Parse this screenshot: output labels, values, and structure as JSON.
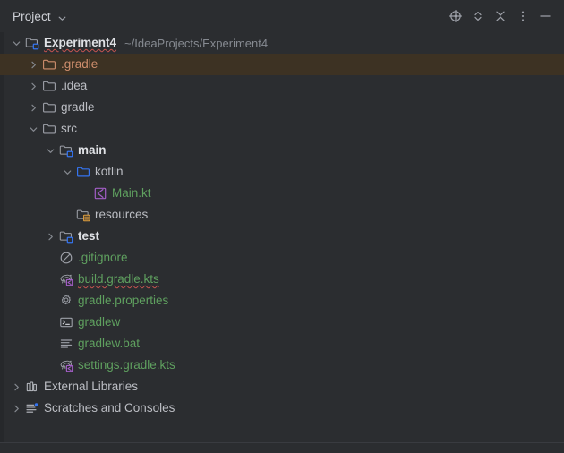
{
  "window": {
    "title": "Project",
    "title_chevron_icon": "chevron-down-icon"
  },
  "toolbar": {
    "buttons": [
      {
        "name": "select-opened-file-button",
        "icon": "crosshair-target-icon",
        "tooltip": "Select Opened File"
      },
      {
        "name": "expand-collapse-button",
        "icon": "expand-collapse-chevrons-icon",
        "tooltip": "Expand All"
      },
      {
        "name": "collapse-all-button",
        "icon": "collapse-all-arrows-icon",
        "tooltip": "Collapse All"
      },
      {
        "name": "more-options-button",
        "icon": "vertical-dots-icon",
        "tooltip": "Options"
      },
      {
        "name": "hide-button",
        "icon": "minus-minimize-icon",
        "tooltip": "Hide"
      }
    ]
  },
  "colors": {
    "background": "#2b2d30",
    "selected_row": "#3d3223",
    "text": "#bcbec4",
    "text_bright": "#dfe1e5",
    "text_muted": "#868a91",
    "green_file": "#5fa05f",
    "orange_selected": "#cf8e6d",
    "blue_accent": "#3574f0",
    "kotlin_purple": "#a35ec7",
    "error_squiggle": "#c75450",
    "resources_badge": "#e8a33d"
  },
  "tree": {
    "nodes": [
      {
        "label": "Experiment4",
        "suffix": "~/IdeaProjects/Experiment4",
        "indent": 0,
        "twisty": "expanded",
        "icon": "module-folder-icon",
        "style": "bold",
        "selected": false,
        "error": true
      },
      {
        "label": ".gradle",
        "suffix": "",
        "indent": 1,
        "twisty": "collapsed",
        "icon": "folder-icon-orange",
        "style": "orange",
        "selected": true,
        "error": false
      },
      {
        "label": ".idea",
        "suffix": "",
        "indent": 1,
        "twisty": "collapsed",
        "icon": "folder-icon",
        "style": "normal",
        "selected": false,
        "error": false
      },
      {
        "label": "gradle",
        "suffix": "",
        "indent": 1,
        "twisty": "collapsed",
        "icon": "folder-icon",
        "style": "normal",
        "selected": false,
        "error": false
      },
      {
        "label": "src",
        "suffix": "",
        "indent": 1,
        "twisty": "expanded",
        "icon": "folder-icon",
        "style": "normal",
        "selected": false,
        "error": false
      },
      {
        "label": "main",
        "suffix": "",
        "indent": 2,
        "twisty": "expanded",
        "icon": "module-folder-icon",
        "style": "bold",
        "selected": false,
        "error": false
      },
      {
        "label": "kotlin",
        "suffix": "",
        "indent": 3,
        "twisty": "expanded",
        "icon": "source-root-folder-icon",
        "style": "normal",
        "selected": false,
        "error": false
      },
      {
        "label": "Main.kt",
        "suffix": "",
        "indent": 4,
        "twisty": "none",
        "icon": "kotlin-file-icon",
        "style": "green",
        "selected": false,
        "error": false
      },
      {
        "label": "resources",
        "suffix": "",
        "indent": 3,
        "twisty": "none",
        "icon": "resources-folder-icon",
        "style": "normal",
        "selected": false,
        "error": false
      },
      {
        "label": "test",
        "suffix": "",
        "indent": 2,
        "twisty": "collapsed",
        "icon": "module-folder-icon",
        "style": "bold",
        "selected": false,
        "error": false
      },
      {
        "label": ".gitignore",
        "suffix": "",
        "indent": 2,
        "twisty": "none",
        "icon": "gitignore-circle-slash-icon",
        "style": "green",
        "selected": false,
        "error": false
      },
      {
        "label": "build.gradle.kts",
        "suffix": "",
        "indent": 2,
        "twisty": "none",
        "icon": "gradle-kotlin-script-icon",
        "style": "green",
        "selected": false,
        "error": true
      },
      {
        "label": "gradle.properties",
        "suffix": "",
        "indent": 2,
        "twisty": "none",
        "icon": "properties-gear-icon",
        "style": "green",
        "selected": false,
        "error": false
      },
      {
        "label": "gradlew",
        "suffix": "",
        "indent": 2,
        "twisty": "none",
        "icon": "shell-terminal-icon",
        "style": "green",
        "selected": false,
        "error": false
      },
      {
        "label": "gradlew.bat",
        "suffix": "",
        "indent": 2,
        "twisty": "none",
        "icon": "text-lines-icon",
        "style": "green",
        "selected": false,
        "error": false
      },
      {
        "label": "settings.gradle.kts",
        "suffix": "",
        "indent": 2,
        "twisty": "none",
        "icon": "gradle-kotlin-script-icon",
        "style": "green",
        "selected": false,
        "error": false
      },
      {
        "label": "External Libraries",
        "suffix": "",
        "indent": 0,
        "twisty": "collapsed",
        "icon": "external-libraries-icon",
        "style": "normal",
        "selected": false,
        "error": false
      },
      {
        "label": "Scratches and Consoles",
        "suffix": "",
        "indent": 0,
        "twisty": "collapsed",
        "icon": "scratches-consoles-icon",
        "style": "normal",
        "selected": false,
        "error": false
      }
    ]
  }
}
